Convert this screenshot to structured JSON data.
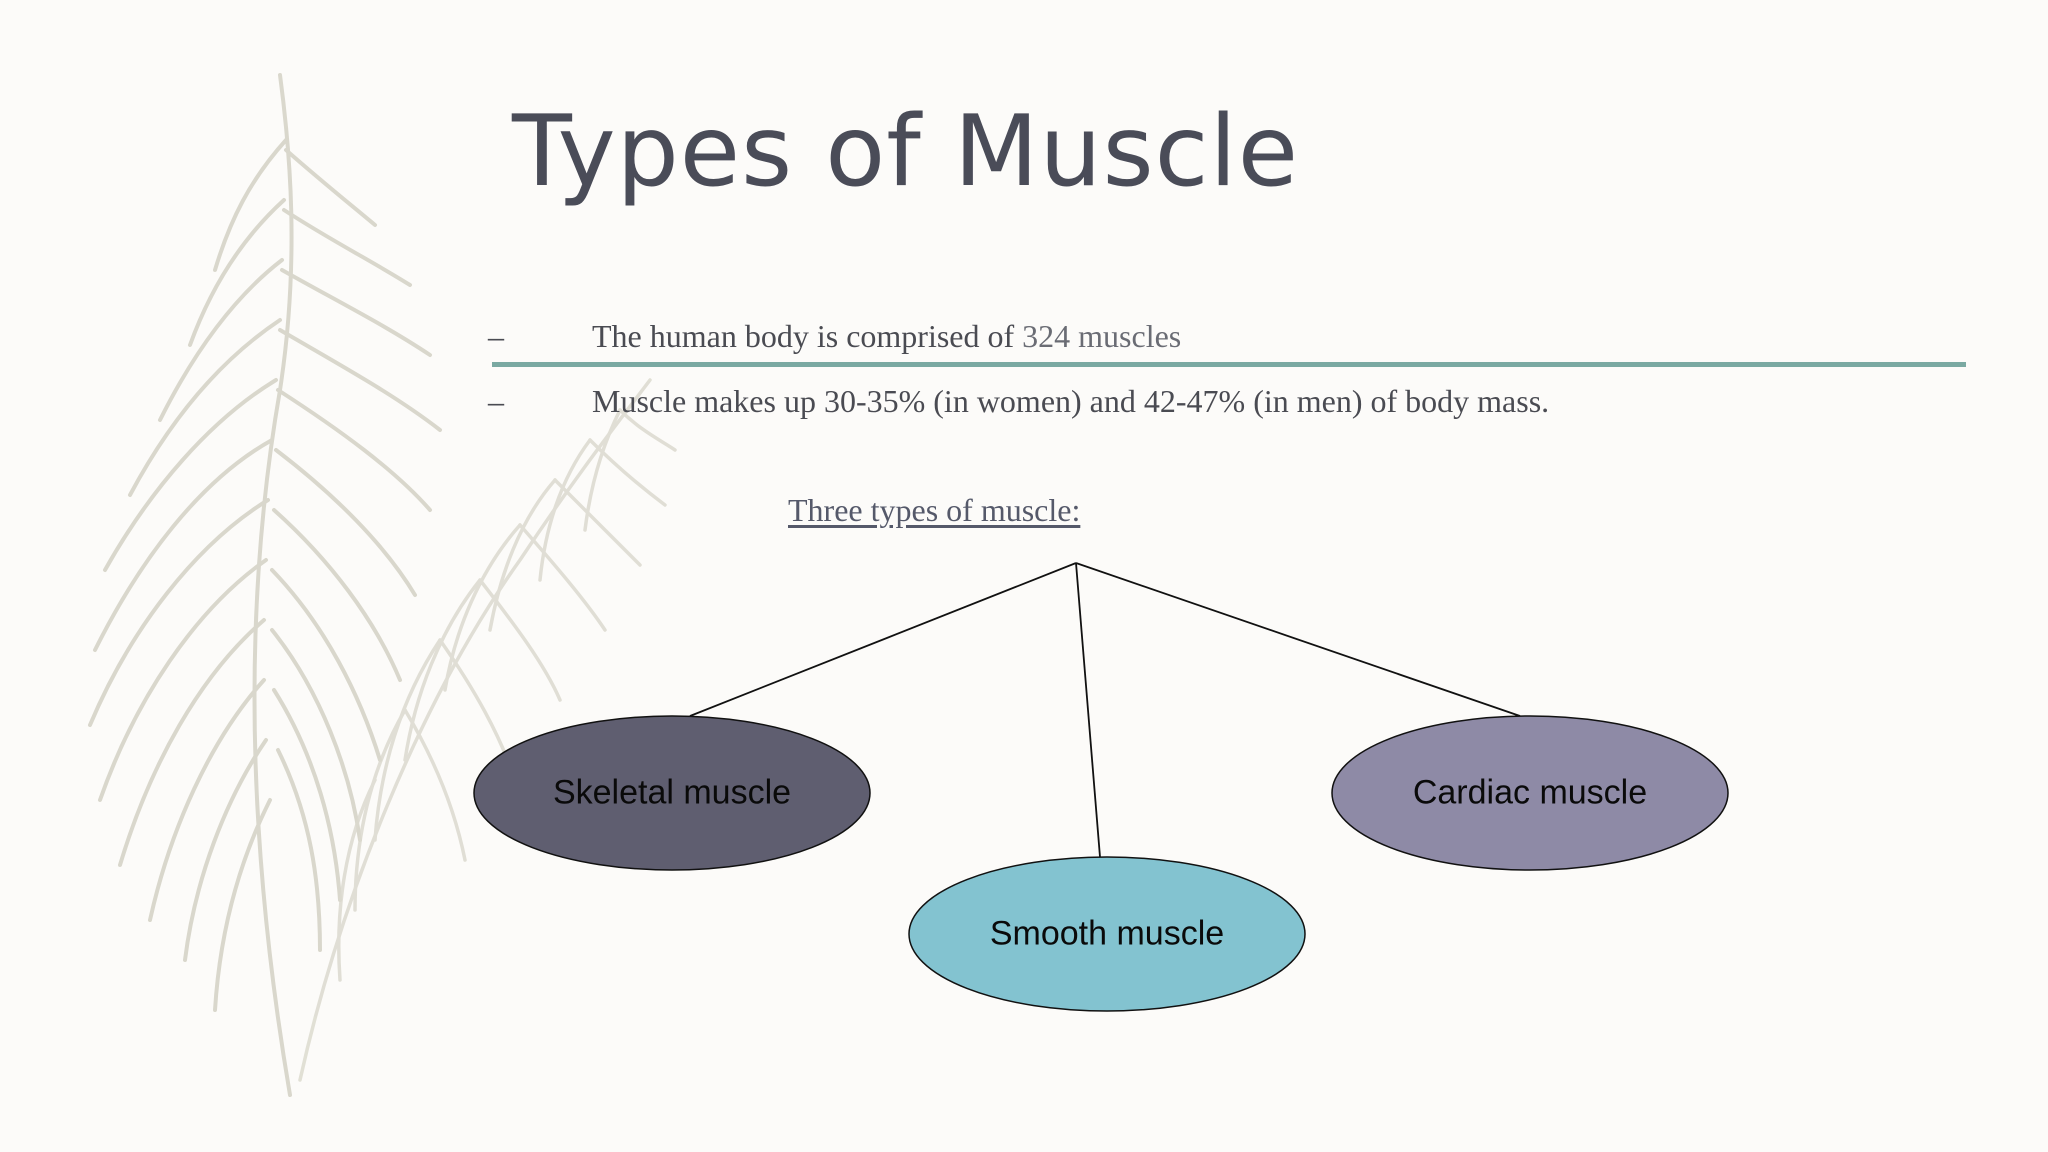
{
  "slide": {
    "title": "Types of Muscle",
    "bullets": [
      {
        "dash": "–",
        "text": "The human body is comprised of ",
        "text_tail": "324 muscles"
      },
      {
        "dash": "–",
        "text": "Muscle makes up 30-35% (in women) and 42-47% (in men) of body mass."
      }
    ],
    "subheading": "Three types of muscle:"
  },
  "diagram": {
    "nodes": [
      {
        "id": "skeletal",
        "label": "Skeletal muscle",
        "color": "#5f5e70"
      },
      {
        "id": "smooth",
        "label": "Smooth muscle",
        "color": "#83c3d0"
      },
      {
        "id": "cardiac",
        "label": "Cardiac muscle",
        "color": "#8e8aa6"
      }
    ],
    "edges": [
      {
        "from": "root",
        "to": "skeletal"
      },
      {
        "from": "root",
        "to": "smooth"
      },
      {
        "from": "root",
        "to": "cardiac"
      }
    ]
  },
  "colors": {
    "title": "#4a4c58",
    "accent_line": "#7aa9a2",
    "feather": "#cfcdbf",
    "background": "#fcfbf9"
  }
}
